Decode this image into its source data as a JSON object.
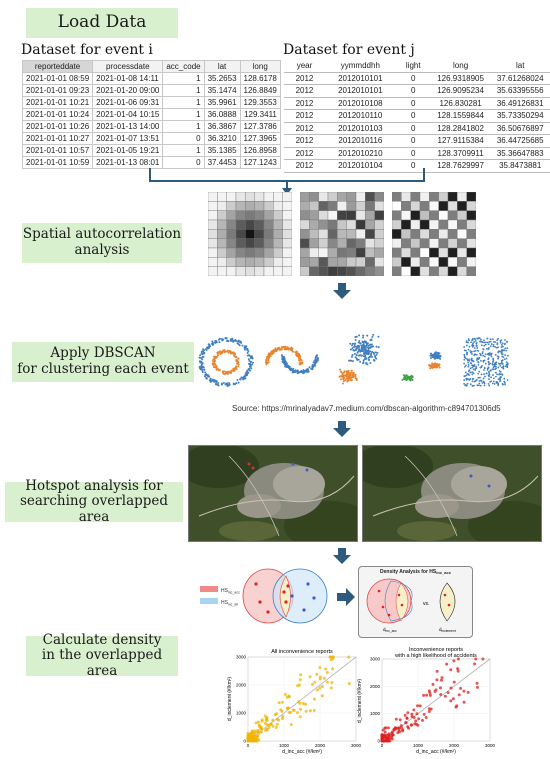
{
  "stages": {
    "load": "Load Data",
    "spatial_l1": "Spatial autocorrelation",
    "spatial_l2": "analysis",
    "dbscan_l1": "Apply DBSCAN",
    "dbscan_l2": "for clustering each event",
    "hotspot_l1": "Hotspot analysis for",
    "hotspot_l2": "searching overlapped area",
    "density_l1": "Calculate density",
    "density_l2": "in the overlapped area"
  },
  "dataset_i": {
    "title": "Dataset for event i",
    "columns": [
      "reporteddate",
      "processdate",
      "acc_code",
      "lat",
      "long"
    ],
    "rows": [
      [
        "2021-01-01 08:59",
        "2021-01-08 14:11",
        "1",
        "35.2653",
        "128.6178"
      ],
      [
        "2021-01-01 09:23",
        "2021-01-20 09:00",
        "1",
        "35.1474",
        "126.8849"
      ],
      [
        "2021-01-01 10:21",
        "2021-01-06 09:31",
        "1",
        "35.9961",
        "129.3553"
      ],
      [
        "2021-01-01 10:24",
        "2021-01-04 10:15",
        "1",
        "36.0888",
        "129.3411"
      ],
      [
        "2021-01-01 10:26",
        "2021-01-13 14:00",
        "1",
        "36.3867",
        "127.3786"
      ],
      [
        "2021-01-01 10:27",
        "2021-01-07 13:51",
        "0",
        "36.3210",
        "127.3965"
      ],
      [
        "2021-01-01 10:57",
        "2021-01-05 19:21",
        "1",
        "35.1385",
        "126.8958"
      ],
      [
        "2021-01-01 10:59",
        "2021-01-13 08:01",
        "0",
        "37.4453",
        "127.1243"
      ]
    ]
  },
  "dataset_j": {
    "title": "Dataset for event j",
    "columns": [
      "year",
      "yymmddhh",
      "light",
      "long",
      "lat"
    ],
    "rows": [
      [
        "2012",
        "2012010101",
        "0",
        "126.9318905",
        "37.61268024"
      ],
      [
        "2012",
        "2012010101",
        "0",
        "126.9095234",
        "35.63395556"
      ],
      [
        "2012",
        "2012010108",
        "0",
        "126.830281",
        "36.49126831"
      ],
      [
        "2012",
        "2012010110",
        "0",
        "128.1559844",
        "35.73350294"
      ],
      [
        "2012",
        "2012010103",
        "0",
        "128.2841802",
        "36.50676897"
      ],
      [
        "2012",
        "2012010116",
        "0",
        "127.9115384",
        "36.44725685"
      ],
      [
        "2012",
        "2012010210",
        "0",
        "128.3709911",
        "35.36647883"
      ],
      [
        "2012",
        "2012010104",
        "0",
        "128.7629997",
        "35.8473881"
      ]
    ]
  },
  "source": "Source: https://mrinalyadav7.medium.com/dbscan-algorithm-c894701306d5",
  "venn": {
    "legend_1": "HS",
    "legend_1_sub": "inc_acc",
    "legend_2": "HS",
    "legend_2_sub": "inc_all",
    "density_title": "Density Analysis for HS",
    "density_title_sub": "inc_acc",
    "vs": "vs.",
    "d_left": "d",
    "d_left_sub": "inc_acc",
    "d_right": "d",
    "d_right_sub": "inclement"
  },
  "scatter_left": {
    "title": "All inconvenience reports",
    "ylabel": "d_inclement (#/km²)",
    "xlabel": "d_inc_acc (#/km²)",
    "ticks": [
      "0",
      "1000",
      "2000",
      "3000"
    ],
    "point_color": "#f0b400"
  },
  "scatter_right": {
    "title_l1": "Inconvenience reports",
    "title_l2": "with a high likelihood of accidents",
    "ylabel": "d_inclement (#/km²)",
    "xlabel": "d_inc_acc (#/km²)",
    "ticks": [
      "0",
      "1000",
      "2000",
      "3000"
    ],
    "point_color": "#dd1f1f"
  },
  "colors": {
    "stage_bg": "#d9f0cf",
    "arrow": "#2e5b7d",
    "dbscan_blue": "#3f7fc1",
    "dbscan_orange": "#e9842e",
    "dbscan_green": "#3fa142"
  }
}
